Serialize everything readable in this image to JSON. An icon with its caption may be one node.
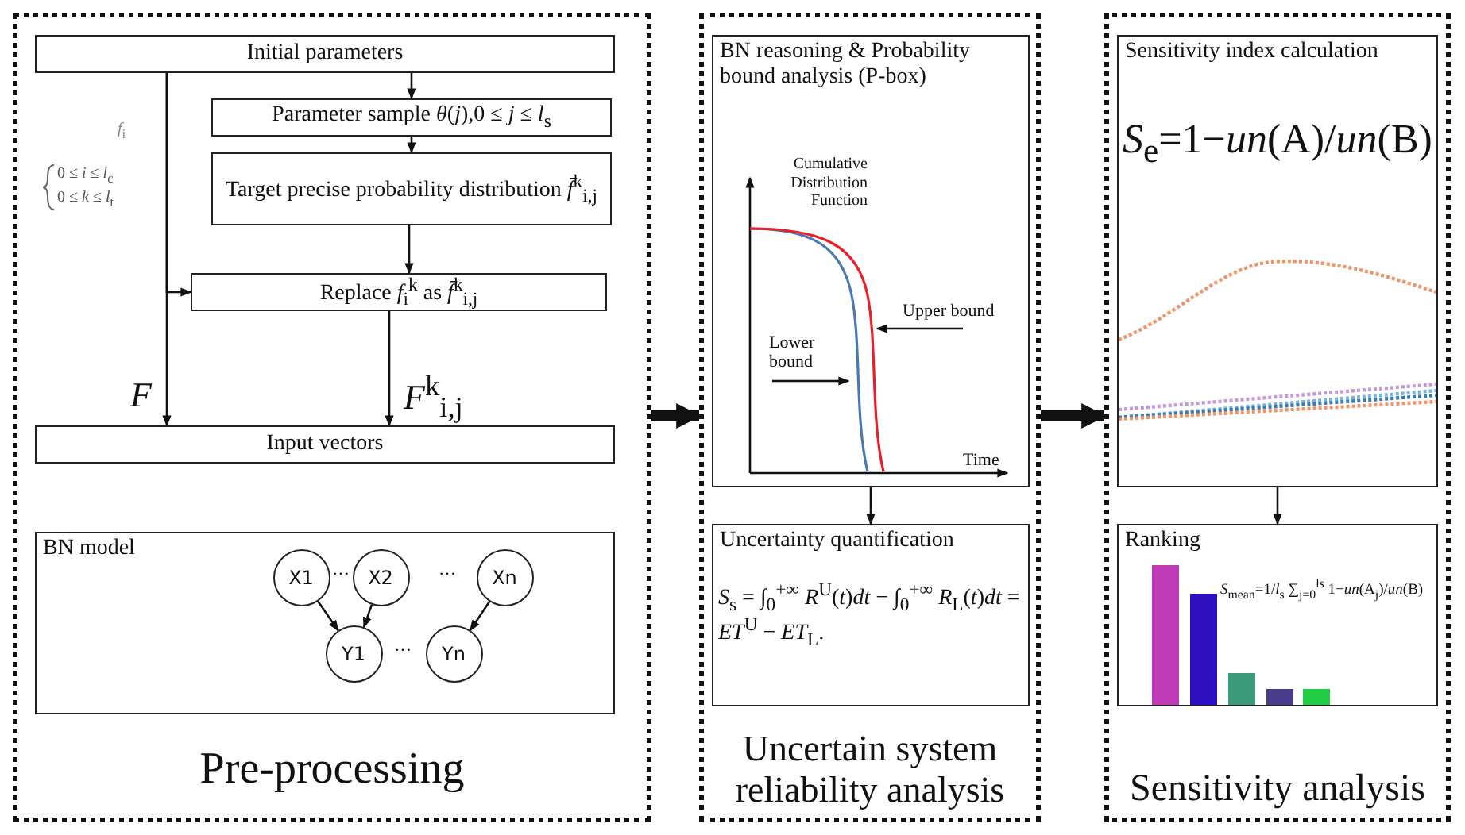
{
  "diagram": {
    "nodes": [
      {
        "text": [
          "Pre-processing"
        ]
      },
      {
        "text": [
          "Initial parameters"
        ],
        "in": 0
      },
      {
        "text": [
          "Parameter sample *θ*(*j*),0 ≤ *j* ≤ *l*$_{s}$"
        ],
        "in": 0
      },
      {
        "text": [
          "Target precise probability distribution *f̄*$^{k}$$_{i,j}$"
        ],
        "in": 0
      },
      {
        "text": [
          "Replace *f*$_{i}$$^{k}$ as *f̄*$^{k}$$_{i,j}$"
        ],
        "in": 0
      },
      {
        "text": [
          "Input vectors"
        ],
        "in": 0
      },
      {
        "text": [
          "BN model"
        ],
        "in": 0
      },
      {
        "text": [
          "X1"
        ],
        "in": 6
      },
      {
        "text": [
          "X2"
        ],
        "in": 6
      },
      {
        "text": [
          "Xn"
        ],
        "in": 6
      },
      {
        "text": [
          "Y1"
        ],
        "in": 6
      },
      {
        "text": [
          "Yn"
        ],
        "in": 6
      },
      {
        "text": [
          "Uncertain system reliability analysis"
        ]
      },
      {
        "text": [
          "BN reasoning & Probability bound analysis (P-box)"
        ],
        "in": 12
      },
      {
        "text": [
          "Uncertainty quantification",
          "*S*$_{s}$ = ∫$_{0}$$^{+∞}$ *R*$^{U}$(*t*)*dt* − ∫$_{0}$$^{+∞}$ *R*$_{L}$(*t*)*dt* = *ET*$^{U}$ − *ET*$_{L}$."
        ],
        "in": 12
      },
      {
        "text": [
          "Sensitivity analysis"
        ]
      },
      {
        "text": [
          "Sensitivity index calculation",
          "*S*$_{e}$=1−*un*(A)/*un*(B)"
        ],
        "in": 15
      },
      {
        "text": [
          "Ranking",
          "*S*$_{mean}$=1/*l*$_{s}$ ∑$_{j=0}$$^{ls}$ 1−*un*(A$_{j}$)/*un*(B)"
        ],
        "in": 15
      }
    ],
    "edges": [
      {
        "from": 1,
        "to": 2,
        "arrow": "to"
      },
      {
        "from": 2,
        "to": 3,
        "arrow": "to"
      },
      {
        "from": 3,
        "to": 4,
        "arrow": "to"
      },
      {
        "from": 1,
        "to": 5,
        "arrow": "to",
        "label": "*F*"
      },
      {
        "from": 1,
        "to": 4,
        "arrow": "to"
      },
      {
        "from": 4,
        "to": 5,
        "arrow": "to",
        "label": "*F*$^{k}$$_{i,j}$"
      },
      {
        "from": 7,
        "to": 10,
        "arrow": "to"
      },
      {
        "from": 8,
        "to": 10,
        "arrow": "to"
      },
      {
        "from": 9,
        "to": 11,
        "arrow": "to"
      },
      {
        "from": 0,
        "to": 12,
        "arrow": "to",
        "style": "thick"
      },
      {
        "from": 12,
        "to": 15,
        "arrow": "to",
        "style": "thick"
      },
      {
        "from": 13,
        "to": 14,
        "arrow": "to"
      },
      {
        "from": 16,
        "to": 17,
        "arrow": "to"
      }
    ],
    "labels": [
      "*f*$_{i}$",
      "0 ≤ *i* ≤ *l*$_{c}$",
      "0 ≤ *k* ≤ *l*$_{t}$",
      "···",
      "···",
      "···",
      "Cumulative Distribution Function",
      "Upper bound",
      "Lower bound",
      "Time"
    ]
  }
}
